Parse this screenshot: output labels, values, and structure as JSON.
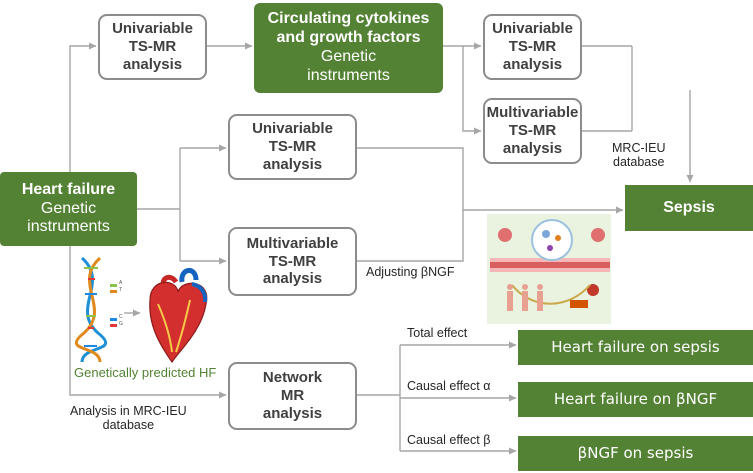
{
  "boxes": {
    "uv_top": [
      "Univariable",
      "TS-MR",
      "analysis"
    ],
    "cytokines_title": [
      "Circulating cytokines",
      "and growth factors"
    ],
    "cytokines_sub": [
      "Genetic",
      "instruments"
    ],
    "uv_right": [
      "Univariable",
      "TS-MR",
      "analysis"
    ],
    "mv_right": [
      "Multivariable",
      "TS-MR",
      "analysis"
    ],
    "uv_mid": [
      "Univariable",
      "TS-MR",
      "analysis"
    ],
    "mv_mid": [
      "Multivariable",
      "TS-MR",
      "analysis"
    ],
    "hf_title": "Heart failure",
    "hf_sub": [
      "Genetic",
      "instruments"
    ],
    "sepsis": "Sepsis",
    "network": [
      "Network",
      "MR",
      "analysis"
    ]
  },
  "labels": {
    "mrc_db": [
      "MRC-IEU",
      "database"
    ],
    "adjusting": "Adjusting βNGF",
    "gen_pred": "Genetically predicted HF",
    "analysis_in": [
      "Analysis in MRC-IEU",
      "database"
    ],
    "total_effect": "Total effect",
    "causal_alpha": "Causal effect α",
    "causal_beta": "Causal effect β"
  },
  "results": {
    "hf_sepsis": "Heart failure on sepsis",
    "hf_ngf": "Heart failure on βNGF",
    "ngf_sepsis": "βNGF on sepsis"
  },
  "dna_letters": [
    "A",
    "T",
    "C",
    "G"
  ],
  "colors": {
    "green": "#548235",
    "border": "#8c8c8c",
    "arrow": "#a6a6a6"
  }
}
